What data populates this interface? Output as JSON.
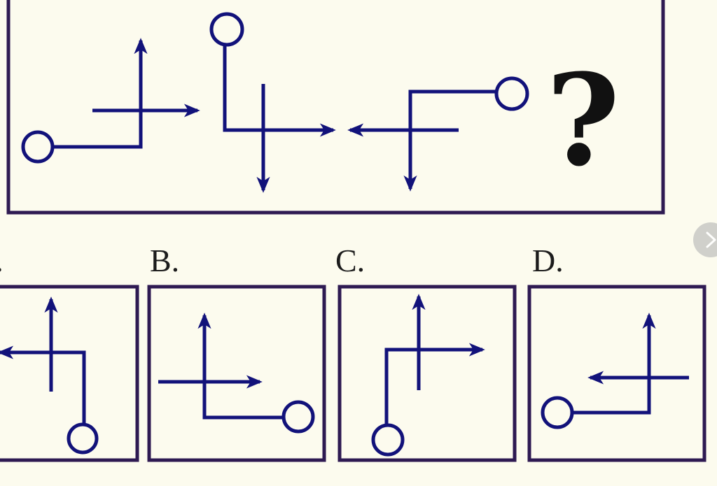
{
  "puzzle": {
    "question_mark": "?",
    "options": [
      {
        "key": "A",
        "label": "A."
      },
      {
        "key": "B",
        "label": "B."
      },
      {
        "key": "C",
        "label": "C."
      },
      {
        "key": "D",
        "label": "D."
      }
    ]
  },
  "colors": {
    "stroke": "#12127a",
    "frame": "#2e1a52",
    "background": "#fcfbee",
    "label": "#1c1c1c"
  },
  "icons": {
    "next": "chevron-right-icon"
  }
}
